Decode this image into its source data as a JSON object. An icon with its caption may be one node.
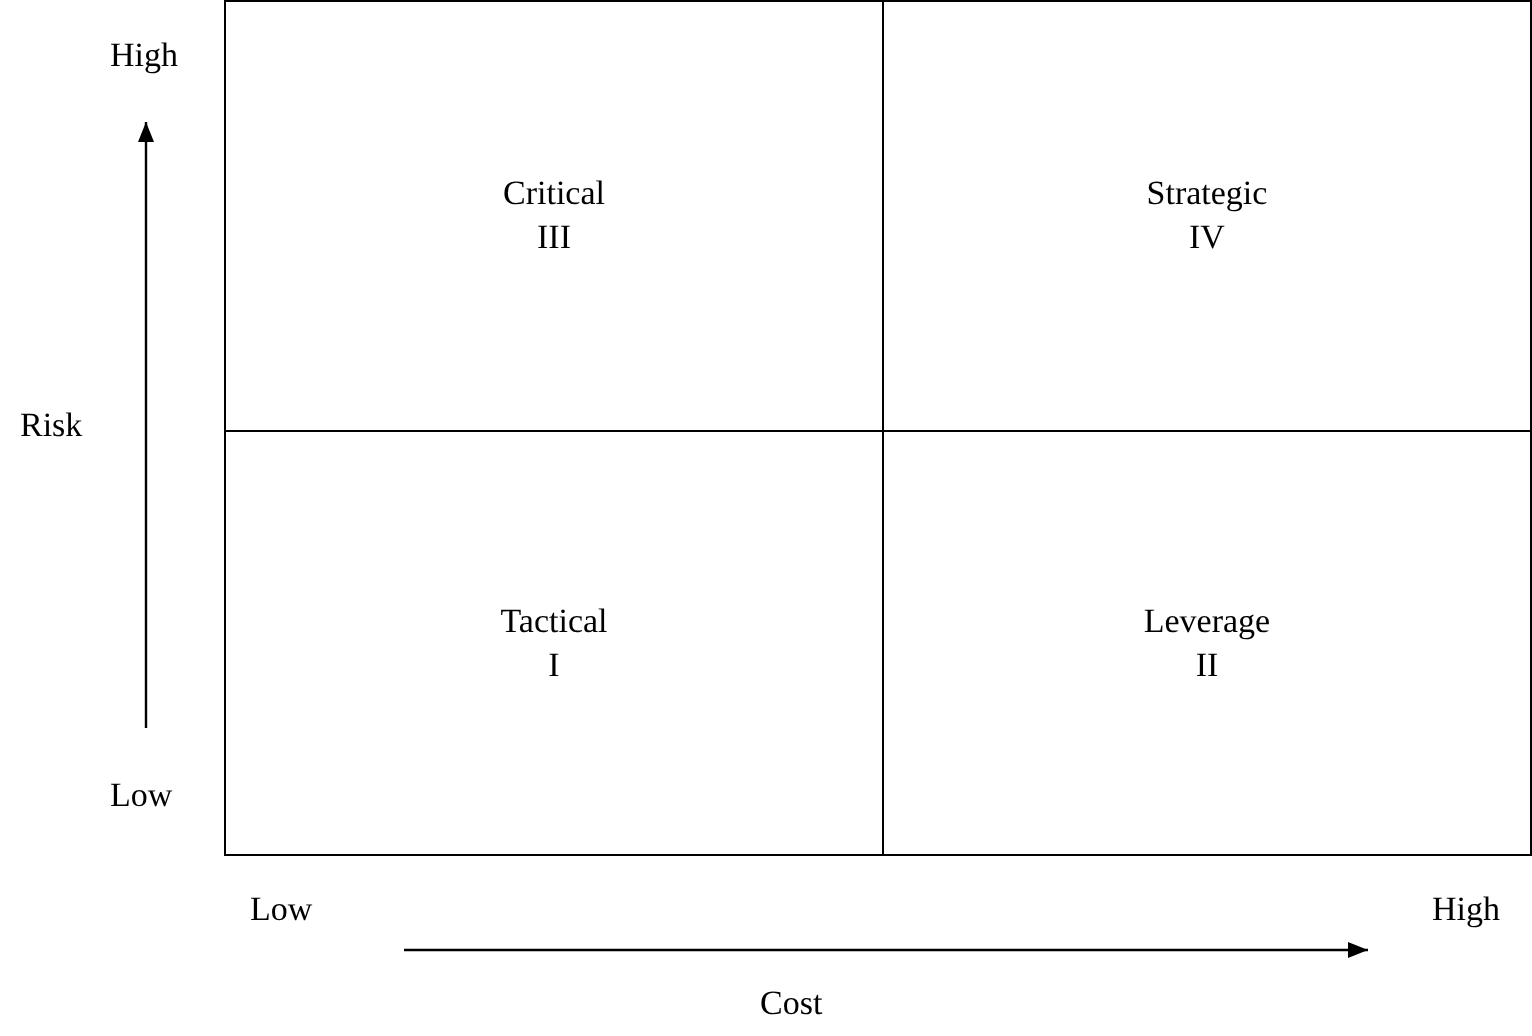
{
  "diagram": {
    "nodes": [
      {
        "text": [
          "Critical",
          "III"
        ]
      },
      {
        "text": [
          "Strategic",
          "IV"
        ]
      },
      {
        "text": [
          "Tactical",
          "I"
        ]
      },
      {
        "text": [
          "Leverage",
          "II"
        ]
      }
    ],
    "labels": [
      "High",
      "Risk",
      "Low",
      "Low",
      "High",
      "Cost"
    ]
  }
}
